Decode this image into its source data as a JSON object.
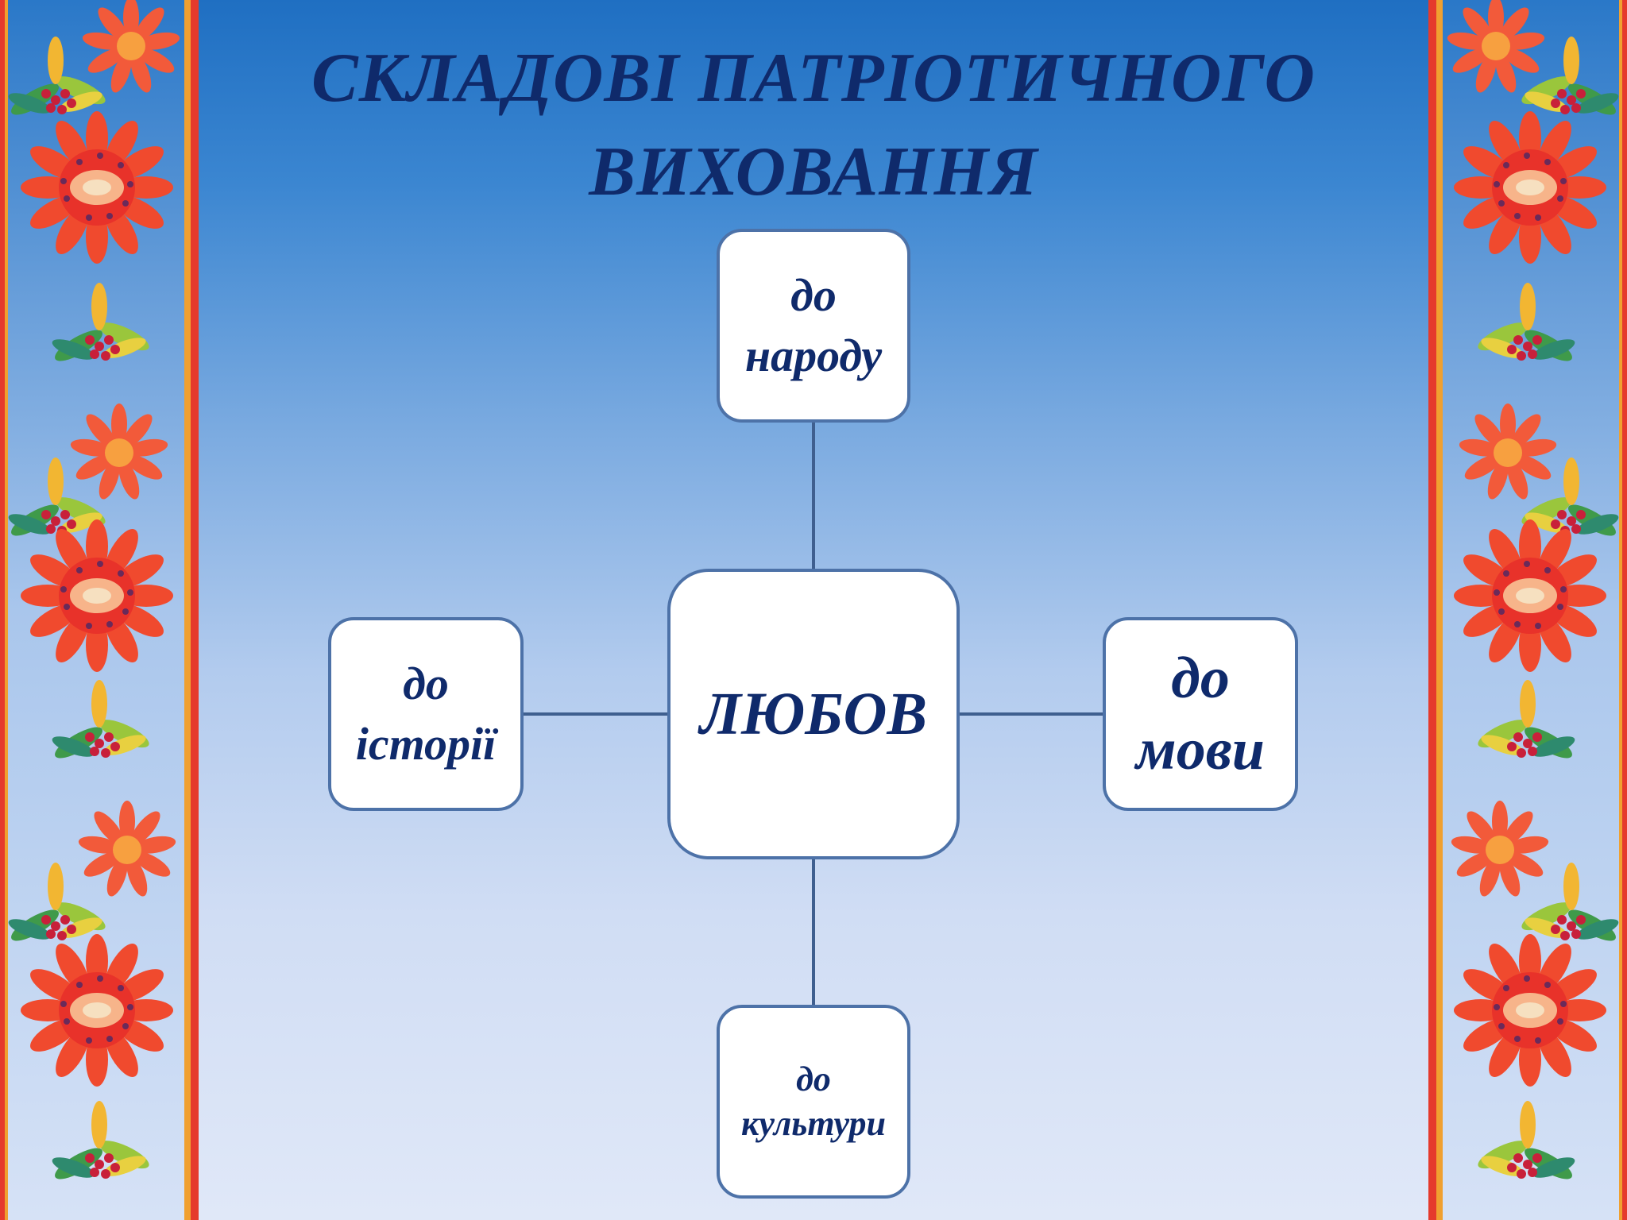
{
  "title": {
    "line1": "СКЛАДОВІ ПАТРІОТИЧНОГО",
    "line2": "ВИХОВАННЯ"
  },
  "diagram": {
    "center": "ЛЮБОВ",
    "top": {
      "line1": "до",
      "line2": "народу"
    },
    "left": {
      "line1": "до",
      "line2": "історії"
    },
    "right": {
      "line1": "до",
      "line2": "мови"
    },
    "bottom": {
      "line1": "до",
      "line2": "культури"
    }
  },
  "colors": {
    "title_text": "#0f2a6b",
    "box_border": "#4d72a8",
    "connector": "#3f5f8f",
    "border_red": "#e53a2c",
    "border_orange": "#f0a030"
  }
}
